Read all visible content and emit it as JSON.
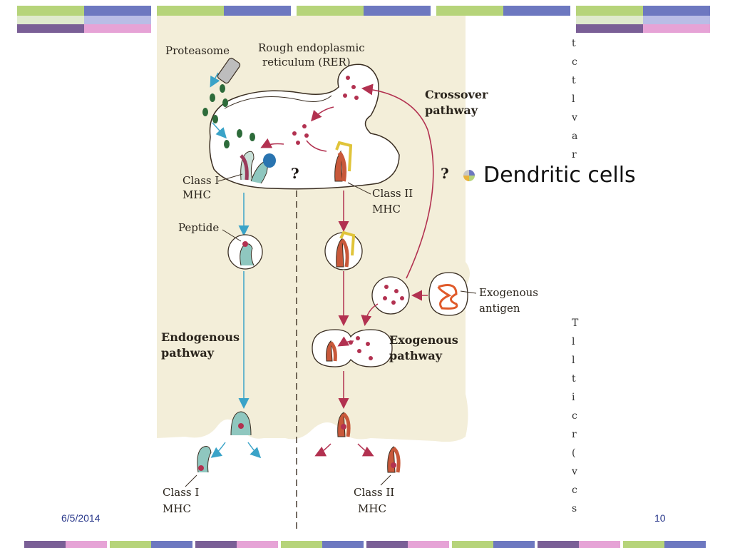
{
  "slide": {
    "bullet_text": "Dendritic cells",
    "date": "6/5/2014",
    "page_number": "10"
  },
  "colors": {
    "green": "#b6d47a",
    "blue": "#6d78c0",
    "pink": "#e6a3d6",
    "purple": "#7a5f96",
    "cell_bg": "#f3eed9",
    "cyan_arrow": "#3aa3c8",
    "red_arrow": "#b23150"
  },
  "diagram": {
    "labels": {
      "proteasome": "Proteasome",
      "rer_line1": "Rough endoplasmic",
      "rer_line2": "reticulum (RER)",
      "crossover_line1": "Crossover",
      "crossover_line2": "pathway",
      "class1_mhc_line1": "Class I",
      "class1_mhc_line2": "MHC",
      "class2_mhc_line1": "Class II",
      "class2_mhc_line2": "MHC",
      "peptide": "Peptide",
      "exogenous_antigen_line1": "Exogenous",
      "exogenous_antigen_line2": "antigen",
      "endogenous_line1": "Endogenous",
      "endogenous_line2": "pathway",
      "exogenous_line1": "Exogenous",
      "exogenous_line2": "pathway",
      "class1_bottom_line1": "Class I",
      "class1_bottom_line2": "MHC",
      "class2_bottom_line1": "Class II",
      "class2_bottom_line2": "MHC",
      "question_mark": "?"
    }
  },
  "side_letters": [
    "t",
    "c",
    "t",
    "l",
    "v",
    "a",
    "r",
    "T",
    "l",
    "l",
    "t",
    "i",
    "c",
    "r",
    "(",
    "v",
    "c",
    "s"
  ]
}
